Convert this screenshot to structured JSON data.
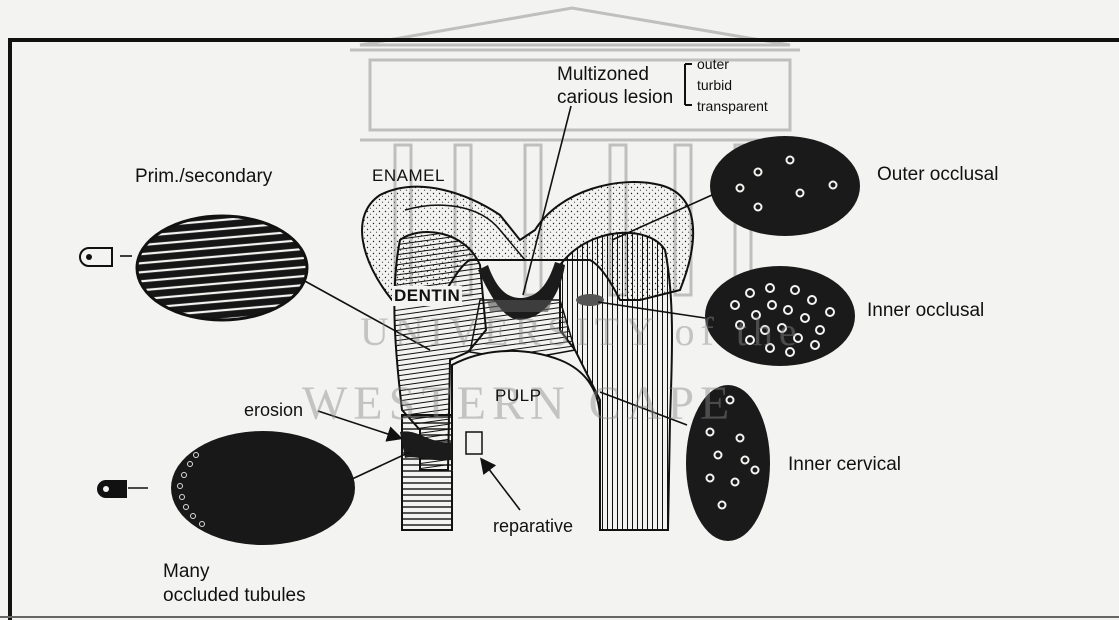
{
  "watermark": {
    "line1": "UNIVERSITY of the",
    "line2": "WESTERN CAPE"
  },
  "labels": {
    "multizoned": [
      "Multizoned",
      "carious lesion"
    ],
    "zones": [
      "outer",
      "turbid",
      "transparent"
    ],
    "prim_secondary": "Prim./secondary",
    "outer_occlusal": "Outer occlusal",
    "inner_occlusal": "Inner occlusal",
    "inner_cervical": "Inner cervical",
    "erosion": "erosion",
    "reparative": "reparative",
    "many_occluded": [
      "Many",
      "occluded tubules"
    ],
    "enamel": "ENAMEL",
    "dentin": "DENTIN",
    "pulp": "PULP"
  },
  "colors": {
    "ink": "#111111",
    "paper": "#f3f3f1",
    "dark_fill": "#1b1b1b",
    "watermark": "#8a8a8a"
  }
}
